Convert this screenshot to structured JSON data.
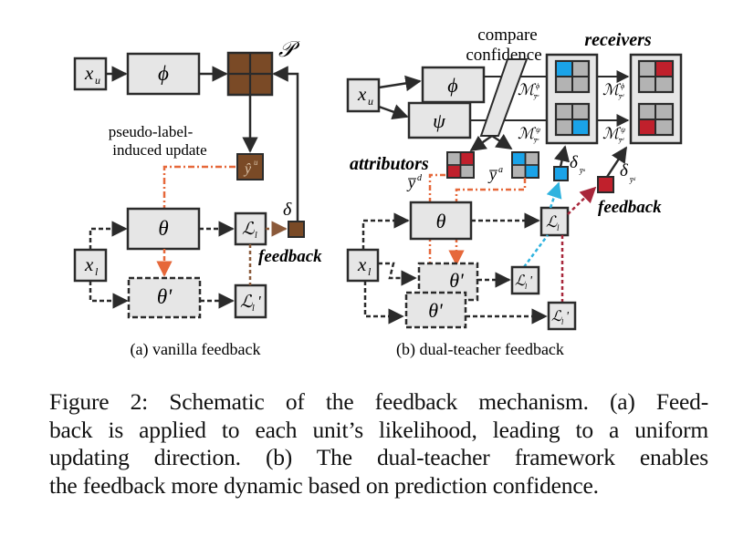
{
  "colors": {
    "box_fill": "#e6e6e6",
    "box_stroke": "#2b2b2b",
    "brown": "#7a4a26",
    "blue": "#1aa3e8",
    "red": "#c0202c",
    "grey_cell": "#b3b3b3",
    "orange_dash": "#e6683a",
    "brown_dash": "#8b5a3a",
    "crimson_dash": "#a8263a",
    "cyan_dash": "#2fb3df"
  },
  "panel_a": {
    "x_u": "x",
    "x_u_sub": "u",
    "phi": "ϕ",
    "P": "𝒫",
    "pseudo_label_line1": "pseudo-label-",
    "pseudo_label_line2": "induced update",
    "y_hat": "ŷ",
    "y_hat_sup": "u",
    "theta": "θ",
    "theta_prime": "θ'",
    "x_l": "x",
    "x_l_sub": "l",
    "L_l": "ℒ",
    "L_l_sub": "l",
    "L_l_prime": "ℒ",
    "L_l_prime_sub": "l",
    "L_l_prime_mark": "'",
    "delta": "δ",
    "feedback": "feedback",
    "caption": "(a) vanilla feedback"
  },
  "panel_b": {
    "compare_line1": "compare",
    "compare_line2": "confidence",
    "receivers": "receivers",
    "x_u": "x",
    "x_u_sub": "u",
    "phi": "ϕ",
    "psi": "ψ",
    "M": "ℳ",
    "M_phi_sup": "ϕ",
    "M_psi_sup": "ψ",
    "sub_a": "y̅ᵃ",
    "sub_d": "y̅ᵈ",
    "attributors": "attributors",
    "y_bar_d": "y̅",
    "y_bar_d_sup": "d",
    "y_bar_a": "y̅",
    "y_bar_a_sup": "a",
    "delta": "δ",
    "feedback": "feedback",
    "theta": "θ",
    "theta_prime": "θ'",
    "x_l": "x",
    "x_l_sub": "l",
    "L_l": "ℒ",
    "L_l_sub": "l",
    "L_l_prime_mark": "'",
    "caption": "(b) dual-teacher feedback"
  },
  "caption": {
    "lines": [
      "Figure 2: Schematic of the feedback mechanism. (a) Feed-",
      "back is applied to each unit’s likelihood, leading to a uniform",
      "updating direction. (b) The dual-teacher framework enables",
      "the feedback more dynamic based on prediction confidence."
    ]
  }
}
